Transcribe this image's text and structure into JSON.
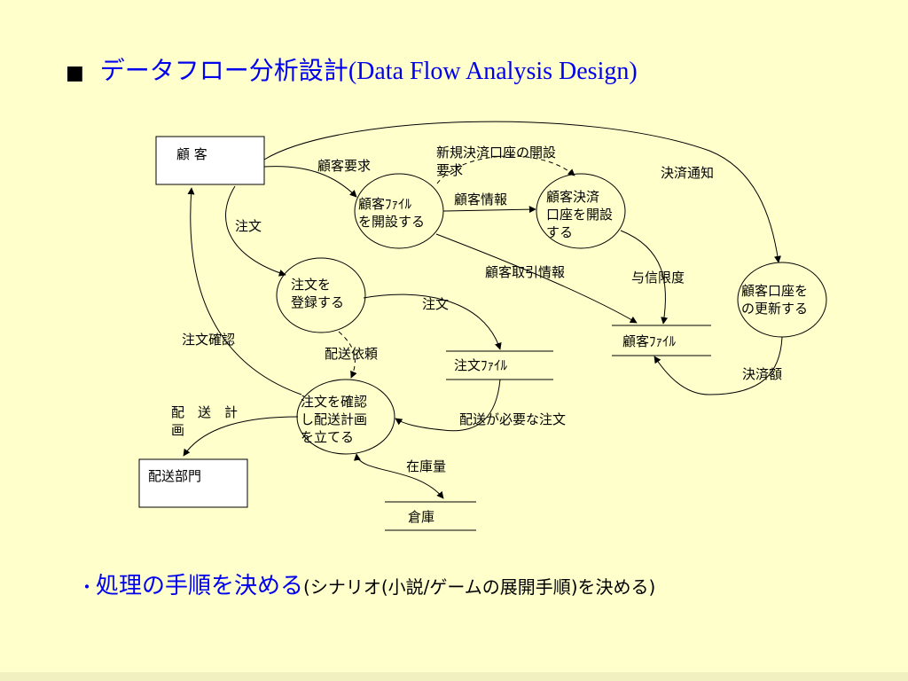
{
  "title": {
    "bullet": "■",
    "jp": "データフロー分析設計",
    "en": "(Data Flow Analysis Design)"
  },
  "entities": {
    "customer": "顧 客",
    "shipping_dept": "配送部門"
  },
  "processes": {
    "open_file": [
      "顧客ﾌｧｲﾙ",
      "を開設する"
    ],
    "open_account": [
      "顧客決済",
      "口座を開設",
      "する"
    ],
    "update_account": [
      "顧客口座を",
      "の更新する"
    ],
    "register_order": [
      "注文を",
      "登録する"
    ],
    "confirm_order": [
      "注文を確認",
      "し配送計画",
      "を立てる"
    ]
  },
  "stores": {
    "customer_file": "顧客ﾌｧｲﾙ",
    "order_file": "注文ﾌｧｲﾙ",
    "warehouse": "倉庫"
  },
  "flows": {
    "customer_request": "顧客要求",
    "new_account_request": [
      "新規決済口座の開設",
      "要求"
    ],
    "customer_info": "顧客情報",
    "settlement_notice": "決済通知",
    "order1": "注文",
    "transaction_info": "顧客取引情報",
    "credit_limit": "与信限度",
    "order2": "注文",
    "order_confirm": "注文確認",
    "delivery_request": "配送依頼",
    "settlement_amount": "決済額",
    "shipping_plan": [
      "配　送　計",
      "画"
    ],
    "orders_to_ship": "配送が必要な注文",
    "stock": "在庫量"
  },
  "footer": {
    "dot": "・",
    "main": "処理の手順を決める",
    "sub": "(シナリオ(小説/ゲームの展開手順)を決める)"
  }
}
